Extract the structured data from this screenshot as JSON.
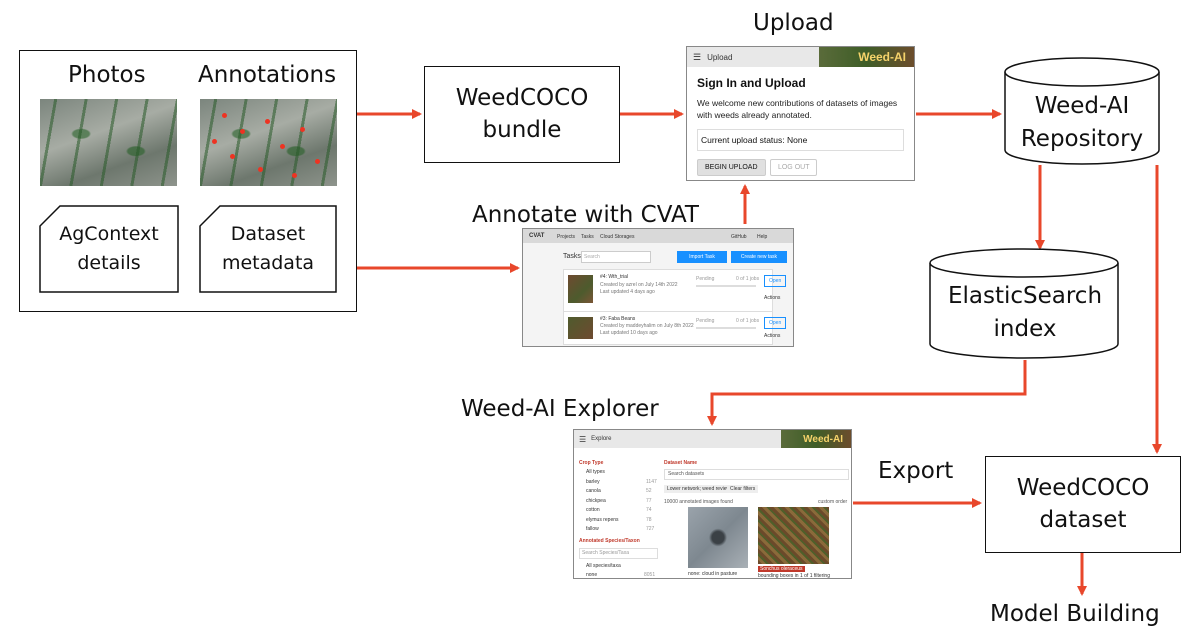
{
  "labels": {
    "photos": "Photos",
    "annotations": "Annotations",
    "agcontext": "AgContext details",
    "dataset_metadata": "Dataset metadata",
    "weedcoco_bundle": "WeedCOCO bundle",
    "upload": "Upload",
    "annotate_cvat": "Annotate with CVAT",
    "repository": "Weed-AI Repository",
    "elasticsearch": "ElasticSearch index",
    "explorer": "Weed-AI Explorer",
    "export": "Export",
    "weedcoco_dataset": "WeedCOCO dataset",
    "model_building": "Model Building"
  },
  "upload_screen": {
    "bar_title": "Upload",
    "brand": "Weed-AI",
    "heading": "Sign In and Upload",
    "text": "We welcome new contributions of datasets of images with weeds already annotated.",
    "status": "Current upload status: None",
    "begin_button": "BEGIN UPLOAD",
    "logout_button": "LOG OUT"
  },
  "cvat_screen": {
    "logo": "CVAT",
    "nav": [
      "Projects",
      "Tasks",
      "Cloud Storages"
    ],
    "right_nav": [
      "GitHub",
      "Help"
    ],
    "tasks_label": "Tasks",
    "search_placeholder": "Search",
    "import_button": "Import Task",
    "create_button": "Create new task",
    "rows": [
      {
        "title": "#4: Wth_trial",
        "created": "Created by azrel on July 14th 2022",
        "updated": "Last updated 4 days ago",
        "status": "Pending",
        "progress": "0 of 1 jobs",
        "open": "Open",
        "actions": "Actions"
      },
      {
        "title": "#3: Faba Beans",
        "created": "Created by maddeyhalim on July 8th 2022",
        "updated": "Last updated 10 days ago",
        "status": "Pending",
        "progress": "0 of 1 jobs",
        "open": "Open",
        "actions": "Actions"
      }
    ]
  },
  "explorer_screen": {
    "bar_title": "Explore",
    "brand": "Weed-AI",
    "crop_type_heading": "Crop Type",
    "crops": [
      {
        "name": "All types",
        "count": ""
      },
      {
        "name": "barley",
        "count": "1147"
      },
      {
        "name": "canola",
        "count": "52"
      },
      {
        "name": "chickpea",
        "count": "77"
      },
      {
        "name": "cotton",
        "count": "74"
      },
      {
        "name": "elymus repens",
        "count": "78"
      },
      {
        "name": "fallow",
        "count": "727"
      }
    ],
    "species_heading": "Annotated Species/Taxon",
    "species_search": "Search Species/Taxa",
    "species": [
      {
        "name": "All species/taxa",
        "count": ""
      },
      {
        "name": "none",
        "count": "8051"
      }
    ],
    "dataset_heading": "Dataset Name",
    "dataset_search": "Search datasets",
    "filter_chip": "Lower network; weed review",
    "clear_filters": "Clear filters",
    "results_text": "10000 annotated images found",
    "sort": "custom order",
    "caption1": "none: cloud in pasture",
    "caption2_tag": "Sonchus oleraceus",
    "caption2": "bounding boxes in 1 of 1 filtering"
  }
}
